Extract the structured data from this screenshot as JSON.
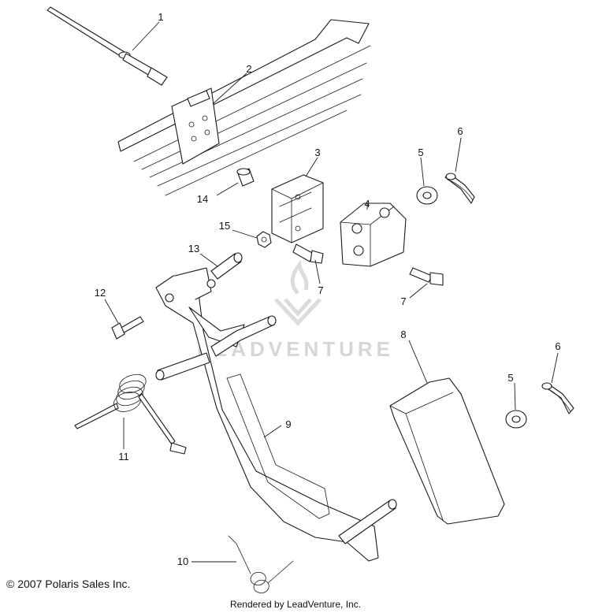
{
  "callouts": [
    {
      "id": "1",
      "label": "1"
    },
    {
      "id": "2",
      "label": "2"
    },
    {
      "id": "3",
      "label": "3"
    },
    {
      "id": "4",
      "label": "4"
    },
    {
      "id": "5a",
      "label": "5"
    },
    {
      "id": "6a",
      "label": "6"
    },
    {
      "id": "14",
      "label": "14"
    },
    {
      "id": "15",
      "label": "15"
    },
    {
      "id": "13",
      "label": "13"
    },
    {
      "id": "7a",
      "label": "7"
    },
    {
      "id": "7b",
      "label": "7"
    },
    {
      "id": "12",
      "label": "12"
    },
    {
      "id": "8",
      "label": "8"
    },
    {
      "id": "6b",
      "label": "6"
    },
    {
      "id": "5b",
      "label": "5"
    },
    {
      "id": "9",
      "label": "9"
    },
    {
      "id": "11",
      "label": "11"
    },
    {
      "id": "10",
      "label": "10"
    }
  ],
  "watermark": {
    "text": "LEADVENTURE"
  },
  "footer": {
    "copyright": "© 2007 Polaris Sales Inc.",
    "rendered_by": "Rendered by LeadVenture, Inc."
  }
}
